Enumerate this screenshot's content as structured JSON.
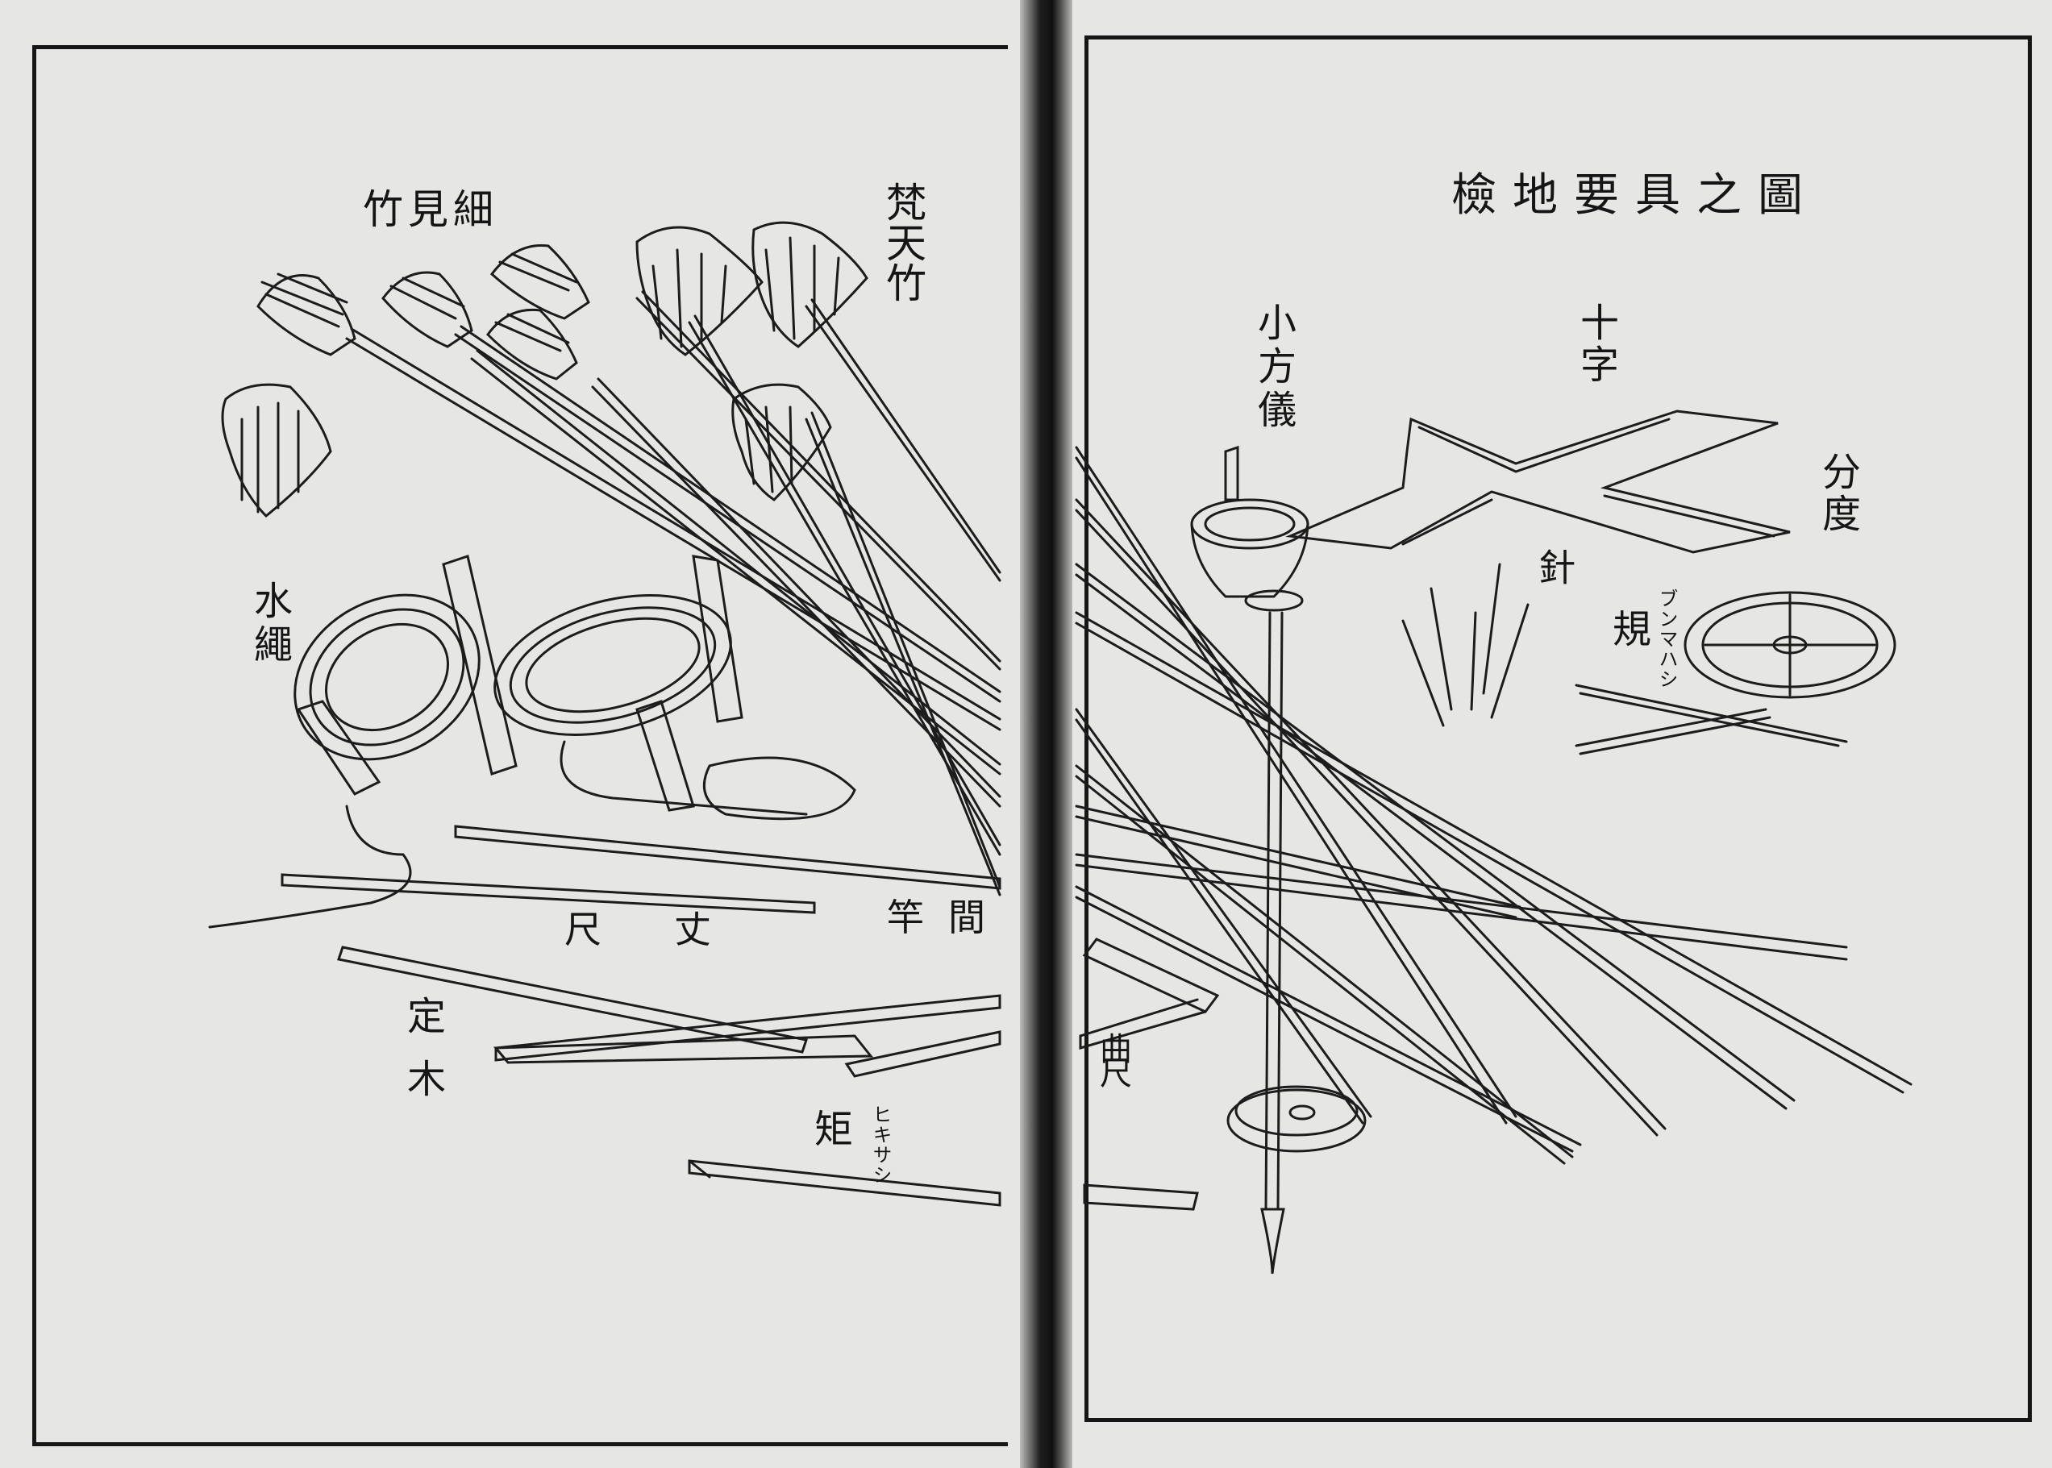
{
  "title": "檢地要具之圖",
  "labels": {
    "hosomi_dake": "細見竹",
    "bonten_dake": "梵天竹",
    "mizunawa": "水繩",
    "ken_zao": "間竿",
    "jotsue": "丈尺",
    "jogi": "定木",
    "kane": "矩",
    "kane_furigana": "ヒキサシ",
    "magari_jaku": "曲尺",
    "kohogi": "小方儀",
    "juji": "十字",
    "bundo": "分度",
    "hari": "針",
    "ki": "規",
    "ki_furigana": "ブンマハシ"
  }
}
